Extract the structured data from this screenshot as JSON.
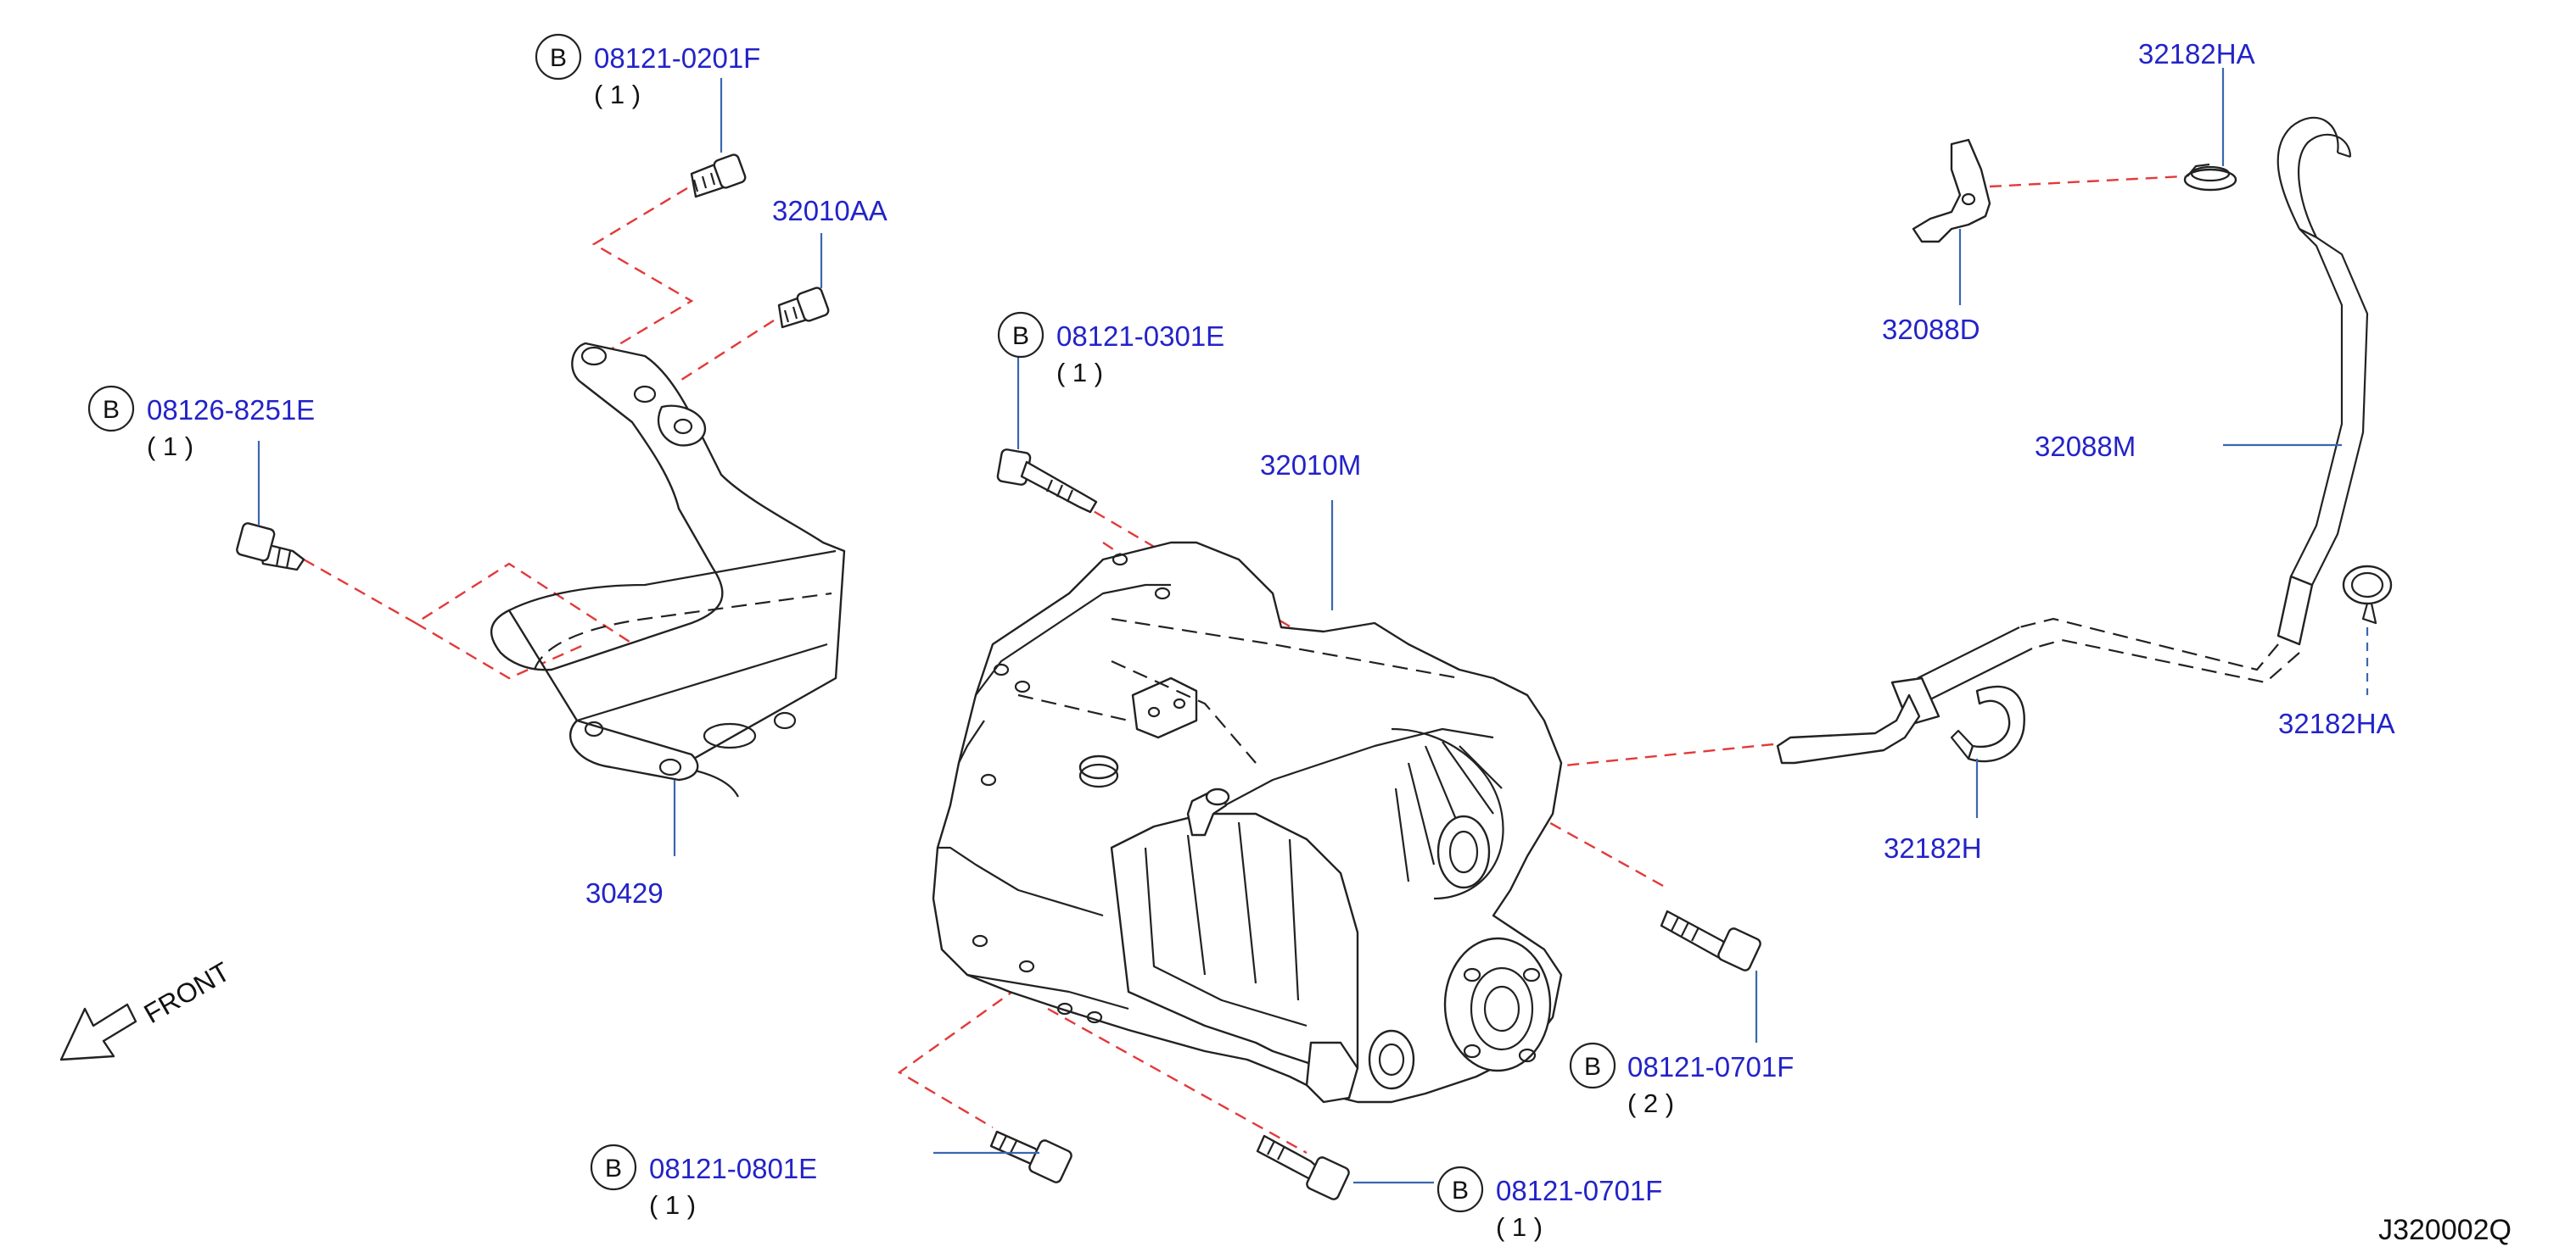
{
  "diagram_code": "J320002Q",
  "front_label": "FRONT",
  "b_mark": "B",
  "parts": {
    "bolt_08121_0201f": {
      "number": "08121-0201F",
      "qty": "( 1 )"
    },
    "bolt_32010aa": {
      "number": "32010AA"
    },
    "bolt_08126_8251e": {
      "number": "08126-8251E",
      "qty": "( 1 )"
    },
    "bracket_30429": {
      "number": "30429"
    },
    "bolt_08121_0301e": {
      "number": "08121-0301E",
      "qty": "( 1 )"
    },
    "case_32010m": {
      "number": "32010M"
    },
    "bolt_08121_0701f_a": {
      "number": "08121-0701F",
      "qty": "( 2 )"
    },
    "bolt_08121_0801e": {
      "number": "08121-0801E",
      "qty": "( 1 )"
    },
    "bolt_08121_0701f_b": {
      "number": "08121-0701F",
      "qty": "( 1 )"
    },
    "clip_32182ha_top": {
      "number": "32182HA"
    },
    "bracket_32088d": {
      "number": "32088D"
    },
    "hose_32088m": {
      "number": "32088M"
    },
    "clip_32182ha_right": {
      "number": "32182HA"
    },
    "clamp_32182h": {
      "number": "32182H"
    }
  }
}
